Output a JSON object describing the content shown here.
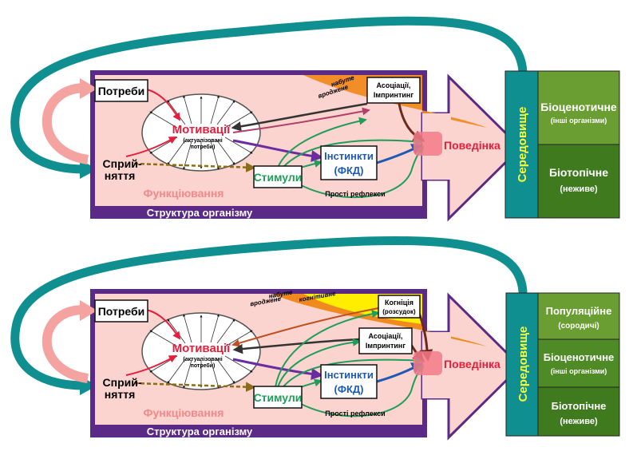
{
  "panels": [
    {
      "needs": "Потреби",
      "motivation_title": "Мотивації",
      "motivation_sub1": "(актуалізовані",
      "motivation_sub2": "потреби)",
      "perception_1": "Сприй-",
      "perception_2": "няття",
      "stimuli": "Стимули",
      "instincts_1": "Інстинкти",
      "instincts_2": "(ФКД)",
      "simple_reflexes": "Прості рефлекси",
      "functioning": "Функціювання",
      "structure": "Структура організму",
      "behavior": "Поведінка",
      "assoc_1": "Асоціації,",
      "assoc_2": "Імпринтинг",
      "acquired": "набуте",
      "innate": "вроджене",
      "environment_title": "Середовище",
      "environment_items": [
        {
          "title": "Біоценотичне",
          "sub": "(інші організми)"
        },
        {
          "title": "Біотопічне",
          "sub": "(неживе)"
        }
      ]
    },
    {
      "needs": "Потреби",
      "motivation_title": "Мотивації",
      "motivation_sub1": "(актуалізовані",
      "motivation_sub2": "потреби)",
      "perception_1": "Сприй-",
      "perception_2": "няття",
      "stimuli": "Стимули",
      "instincts_1": "Інстинкти",
      "instincts_2": "(ФКД)",
      "simple_reflexes": "Прості рефлекси",
      "functioning": "Функціювання",
      "structure": "Структура організму",
      "behavior": "Поведінка",
      "assoc_1": "Асоціації,",
      "assoc_2": "Імпринтинг",
      "cognition_1": "Когніція",
      "cognition_2": "(розсудок)",
      "acquired": "набуте",
      "innate": "вроджене",
      "cognitive": "когнітивне",
      "environment_title": "Середовище",
      "environment_items": [
        {
          "title": "Популяційне",
          "sub": "(сородичі)"
        },
        {
          "title": "Біоценотичне",
          "sub": "(інші організми)"
        },
        {
          "title": "Біотопічне",
          "sub": "(неживе)"
        }
      ]
    }
  ],
  "colors": {
    "structure": "#5b2a86",
    "body": "#fbd3cf",
    "teal": "#0f8f8f",
    "green_dark": "#3f7a1e",
    "green_light": "#6a9e33",
    "env_text": "#ffff33",
    "behavior": "#e61e3c",
    "motivation": "#e61e3c",
    "instinct": "#1e5ab4",
    "orange": "#f08a1e",
    "yellow": "#ffee00"
  }
}
